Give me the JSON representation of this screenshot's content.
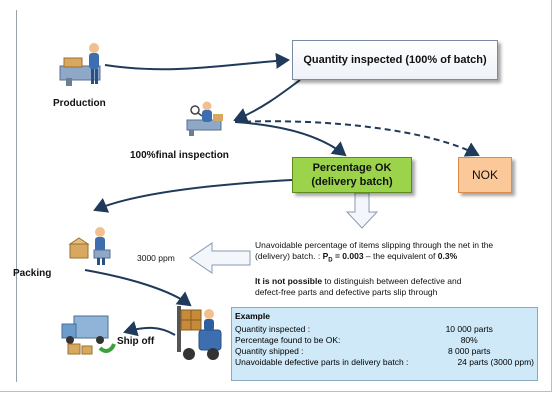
{
  "nodes": {
    "production": "Production",
    "final_inspection": "100%final inspection",
    "packing": "Packing",
    "ship_off": "Ship off"
  },
  "boxes": {
    "quantity_inspected": "Quantity inspected (100% of batch)",
    "percentage_ok_line1": "Percentage OK",
    "percentage_ok_line2": "(delivery batch)",
    "nok": "NOK"
  },
  "ppm_label": "3000 ppm",
  "note": {
    "line1": "Unavoidable percentage of items slipping through the net in the",
    "line2_prefix": "(delivery) batch. :",
    "p_symbol": "P",
    "p_subscript": "D",
    "p_value": " = 0.003",
    "line2_mid": " – the equivalent of ",
    "line2_pct": "0.3%",
    "line3_bold": "It is not possible",
    "line3_rest": " to distinguish between defective and",
    "line4": "defect-free parts and defective parts slip through"
  },
  "example": {
    "title": "Example",
    "rows": [
      {
        "label": "Quantity inspected :",
        "value": "10 000 parts"
      },
      {
        "label": "Percentage found to be OK:",
        "value": "80%"
      },
      {
        "label": "Quantity shipped :",
        "value": "8 000 parts"
      },
      {
        "label": "Unavoidable defective parts in delivery batch :",
        "value": "24 parts (3000 ppm)"
      }
    ]
  },
  "icons": {
    "production": "worker-at-machine-icon",
    "inspection": "inspector-with-magnifier-icon",
    "packing": "packing-worker-icon",
    "delivery_truck": "delivery-truck-icon",
    "forklift": "forklift-icon"
  },
  "colors": {
    "ok_box": "#9bd44a",
    "nok_box": "#fbc89a",
    "example_box": "#cfe9f8",
    "arrow": "#1f3a5a"
  }
}
